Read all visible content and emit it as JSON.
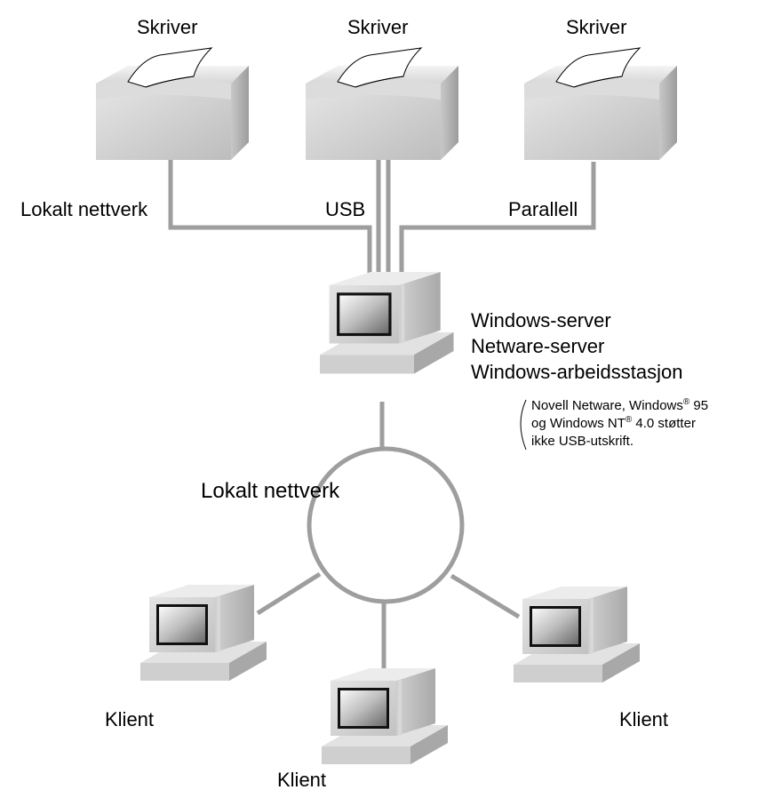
{
  "printers": [
    {
      "label": "Skriver"
    },
    {
      "label": "Skriver"
    },
    {
      "label": "Skriver"
    }
  ],
  "connections": {
    "network": "Lokalt nettverk",
    "usb": "USB",
    "parallel": "Parallell"
  },
  "server": {
    "lines": [
      "Windows-server",
      "Netware-server",
      "Windows-arbeidsstasjon"
    ]
  },
  "note": {
    "line1_a": "Novell Netware, Windows",
    "line1_sup": "®",
    "line1_b": " 95",
    "line2_a": "og Windows NT",
    "line2_sup": "®",
    "line2_b": " 4.0 støtter",
    "line3": "ikke USB-utskrift."
  },
  "lan": {
    "label": "Lokalt nettverk"
  },
  "clients": [
    {
      "label": "Klient"
    },
    {
      "label": "Klient"
    },
    {
      "label": "Klient"
    }
  ]
}
